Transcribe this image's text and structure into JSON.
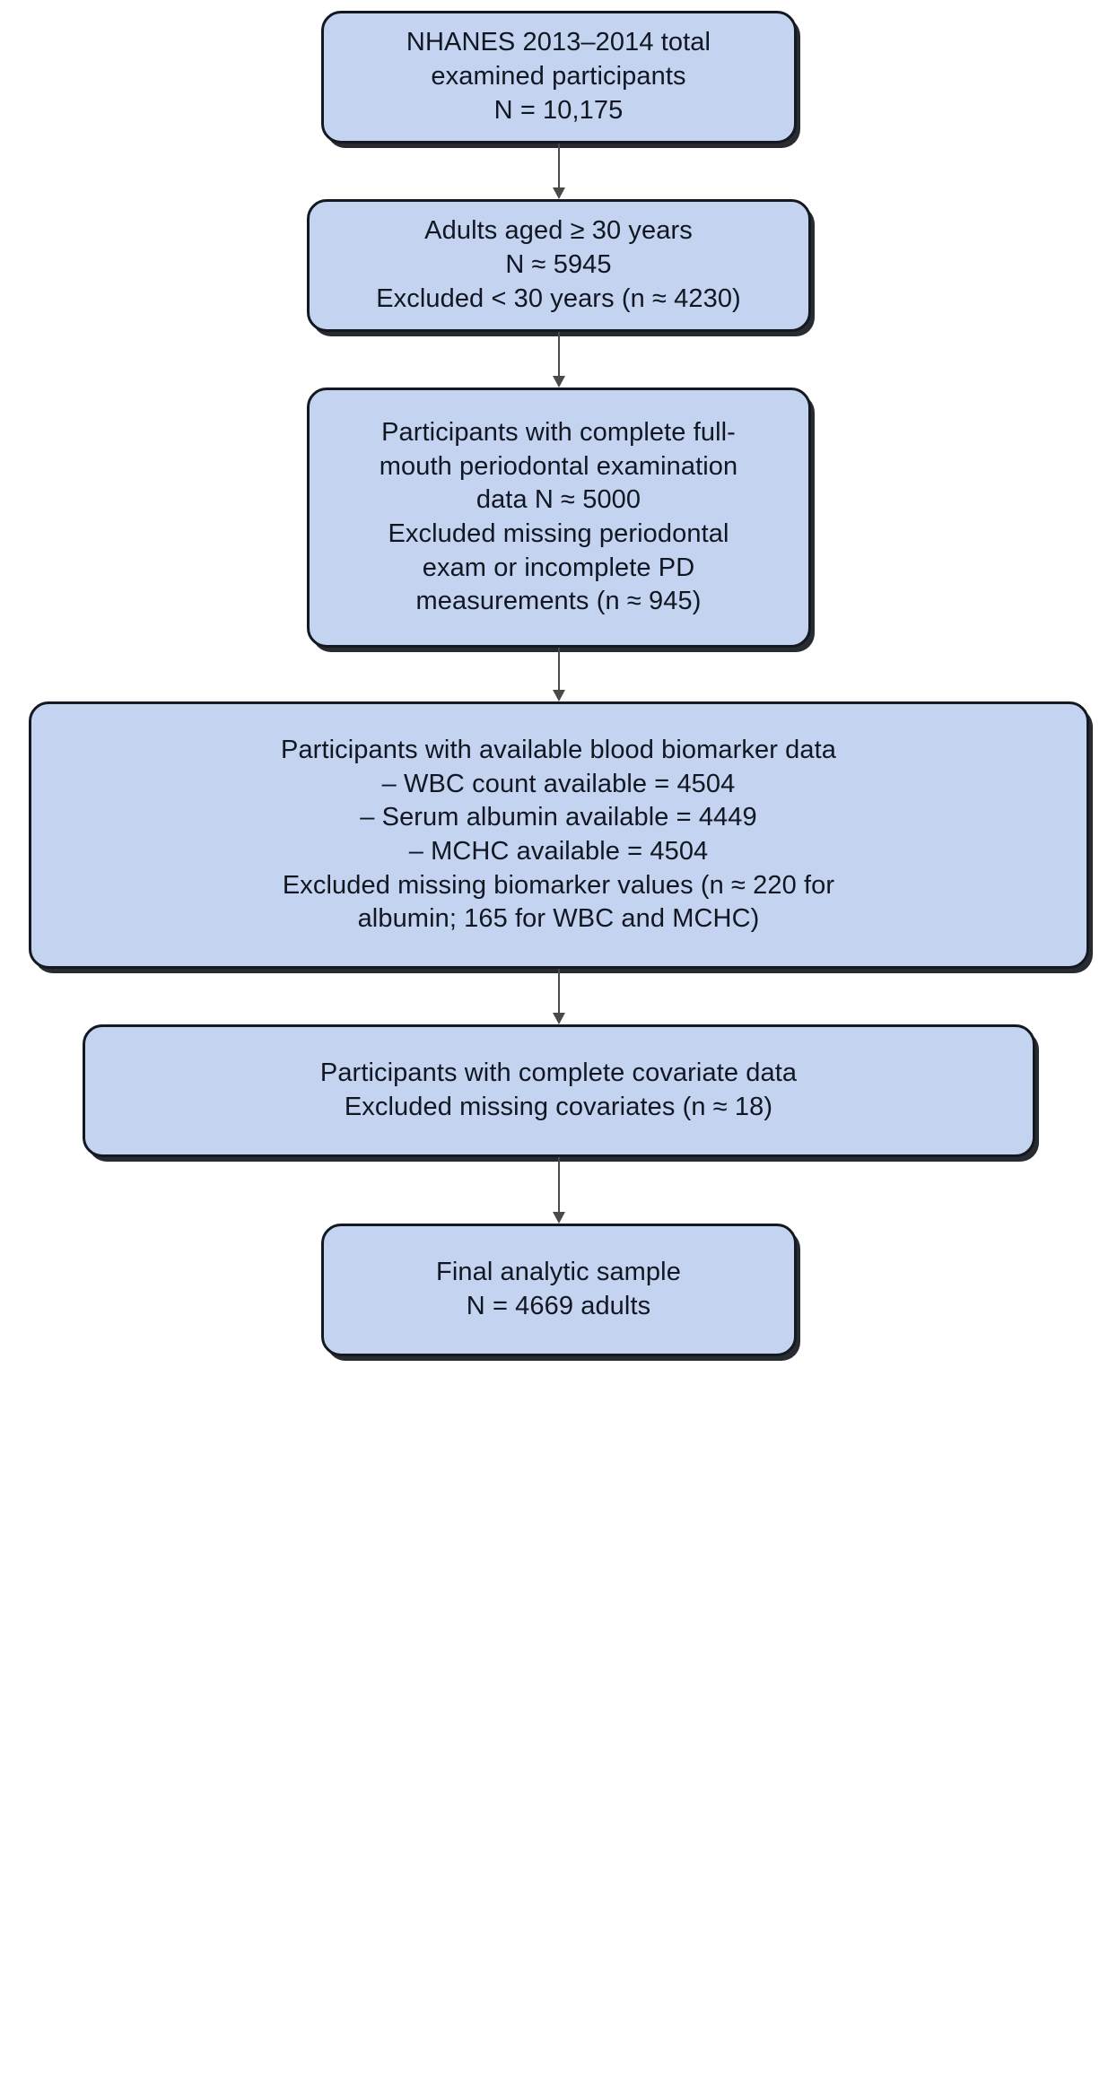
{
  "chart_data": {
    "type": "diagram",
    "title": "NHANES 2013-2014 participant selection flow diagram",
    "diagram_kind": "flowchart",
    "orientation": "vertical",
    "colors": {
      "node_fill": "#c3d3f0",
      "node_border": "#141820",
      "text": "#111722",
      "arrow": "#4a4a4a",
      "background": "#ffffff"
    },
    "nodes": [
      {
        "id": "total-examined",
        "lines": [
          "NHANES 2013–2014 total",
          "examined participants",
          "N = 10,175"
        ],
        "n": 10175
      },
      {
        "id": "adults-30-plus",
        "lines": [
          "Adults aged ≥ 30 years",
          "N ≈ 5945",
          "Excluded < 30 years (n ≈ 4230)"
        ],
        "n": 5945,
        "excluded": 4230
      },
      {
        "id": "periodontal-exam",
        "lines": [
          "Participants with complete full-",
          "mouth periodontal examination",
          "data N ≈ 5000",
          "Excluded missing periodontal",
          "exam or incomplete PD",
          "measurements (n ≈ 945)"
        ],
        "n": 5000,
        "excluded": 945
      },
      {
        "id": "blood-biomarkers",
        "lines": [
          "Participants with available blood biomarker data",
          "– WBC count available = 4504",
          "– Serum albumin available = 4449",
          "– MCHC available = 4504",
          "Excluded missing biomarker values (n ≈ 220 for",
          "albumin; 165 for WBC and MCHC)"
        ],
        "wbc_available": 4504,
        "albumin_available": 4449,
        "mchc_available": 4504,
        "excluded_albumin": 220,
        "excluded_wbc_mchc": 165
      },
      {
        "id": "complete-covariates",
        "lines": [
          "Participants with complete covariate data",
          "Excluded missing covariates (n ≈ 18)"
        ],
        "excluded": 18
      },
      {
        "id": "final-sample",
        "lines": [
          "Final analytic sample",
          "N = 4669 adults"
        ],
        "n": 4669
      }
    ],
    "edges": [
      {
        "from": "total-examined",
        "to": "adults-30-plus",
        "marker": "arrow"
      },
      {
        "from": "adults-30-plus",
        "to": "periodontal-exam",
        "marker": "arrow"
      },
      {
        "from": "periodontal-exam",
        "to": "blood-biomarkers",
        "marker": "arrow"
      },
      {
        "from": "blood-biomarkers",
        "to": "complete-covariates",
        "marker": "arrow"
      },
      {
        "from": "complete-covariates",
        "to": "final-sample",
        "marker": "arrow"
      }
    ]
  }
}
